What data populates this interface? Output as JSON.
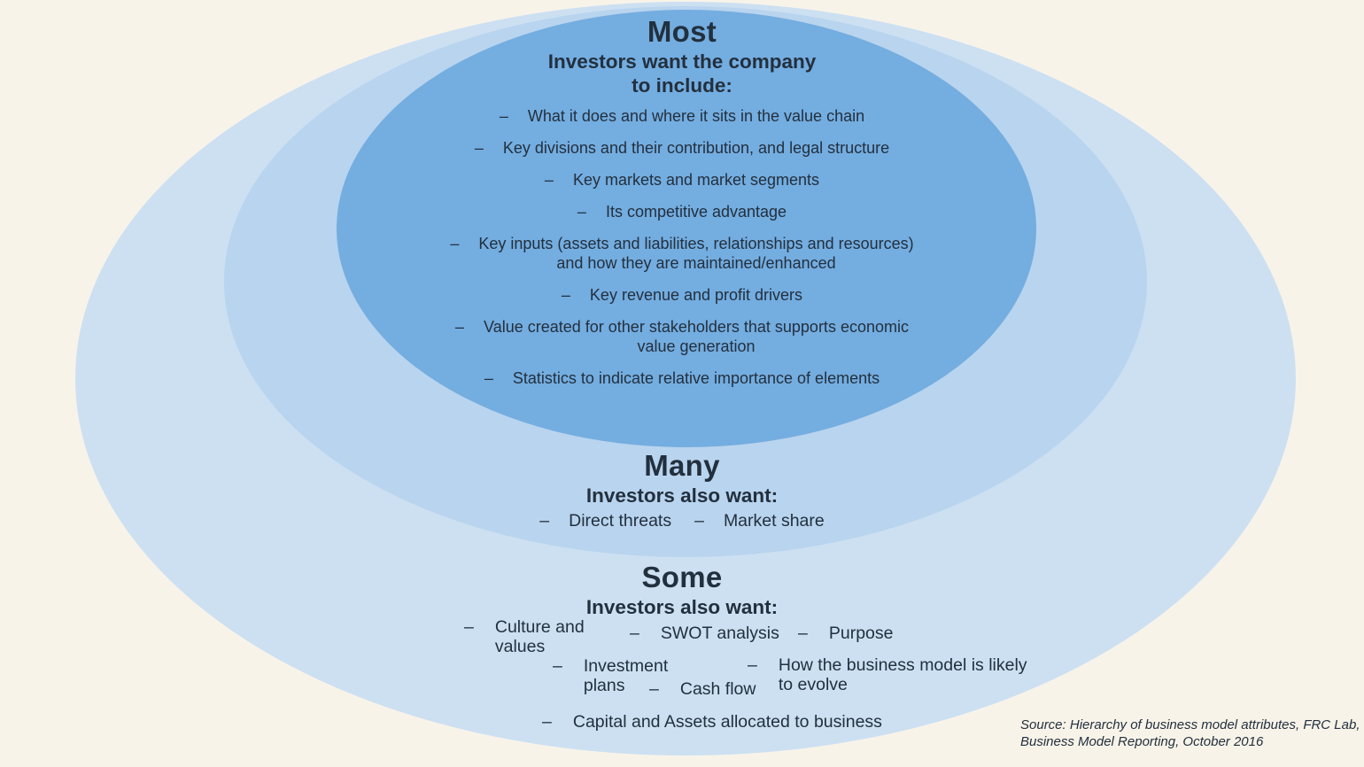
{
  "diagram": {
    "background_color": "#F8F3E9",
    "text_color": "#22303E",
    "bullet_glyph": "–",
    "tiers": {
      "most": {
        "color": "#74ADE0",
        "title": "Most",
        "subtitle_line1": "Investors want the company",
        "subtitle_line2": "to include:",
        "items": [
          {
            "lines": [
              "What it does and where it sits in the value chain"
            ]
          },
          {
            "lines": [
              "Key divisions and their contribution, and legal structure"
            ]
          },
          {
            "lines": [
              "Key markets and market segments"
            ]
          },
          {
            "lines": [
              "Its competitive advantage"
            ]
          },
          {
            "lines": [
              "Key inputs (assets and liabilities, relationships and resources)",
              "and how they are maintained/enhanced"
            ]
          },
          {
            "lines": [
              "Key revenue and profit drivers"
            ]
          },
          {
            "lines": [
              "Value created for other stakeholders that supports economic",
              "value generation"
            ]
          },
          {
            "lines": [
              "Statistics to indicate relative importance of elements"
            ]
          }
        ]
      },
      "many": {
        "color": "#B9D4EE",
        "title": "Many",
        "subtitle": "Investors also want:",
        "items": [
          "Direct threats",
          "Market share"
        ]
      },
      "some": {
        "color": "#CCE0F2",
        "title": "Some",
        "subtitle": "Investors also want:",
        "items": {
          "culture_values": {
            "lines": [
              "Culture and",
              "values"
            ]
          },
          "swot": {
            "lines": [
              "SWOT analysis"
            ]
          },
          "purpose": {
            "lines": [
              "Purpose"
            ]
          },
          "investment_plans": {
            "lines": [
              "Investment",
              "plans"
            ]
          },
          "cash_flow": {
            "lines": [
              "Cash flow"
            ]
          },
          "model_evolve": {
            "lines": [
              "How the business model is likely",
              "to evolve"
            ]
          },
          "capital_assets": {
            "lines": [
              "Capital and Assets allocated to business"
            ]
          }
        }
      }
    },
    "source": {
      "line1": "Source: Hierarchy of business model attributes, FRC Lab,",
      "line2": "Business Model Reporting, October 2016"
    }
  }
}
